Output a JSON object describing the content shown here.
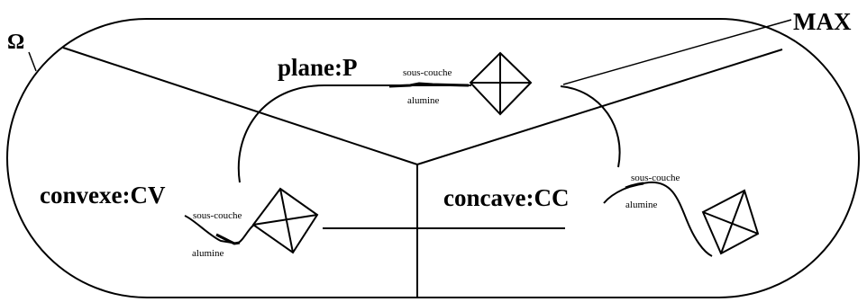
{
  "labels": {
    "omega": "Ω",
    "max": "MAX",
    "plane": "plane:P",
    "convexe": "convexe:CV",
    "concave": "concave:CC"
  },
  "regions": {
    "plane": {
      "sous_couche": "sous-couche",
      "alumine": "alumine"
    },
    "convexe": {
      "sous_couche": "sous-couche",
      "alumine": "alumine"
    },
    "concave": {
      "sous_couche": "sous-couche",
      "alumine": "alumine"
    }
  }
}
